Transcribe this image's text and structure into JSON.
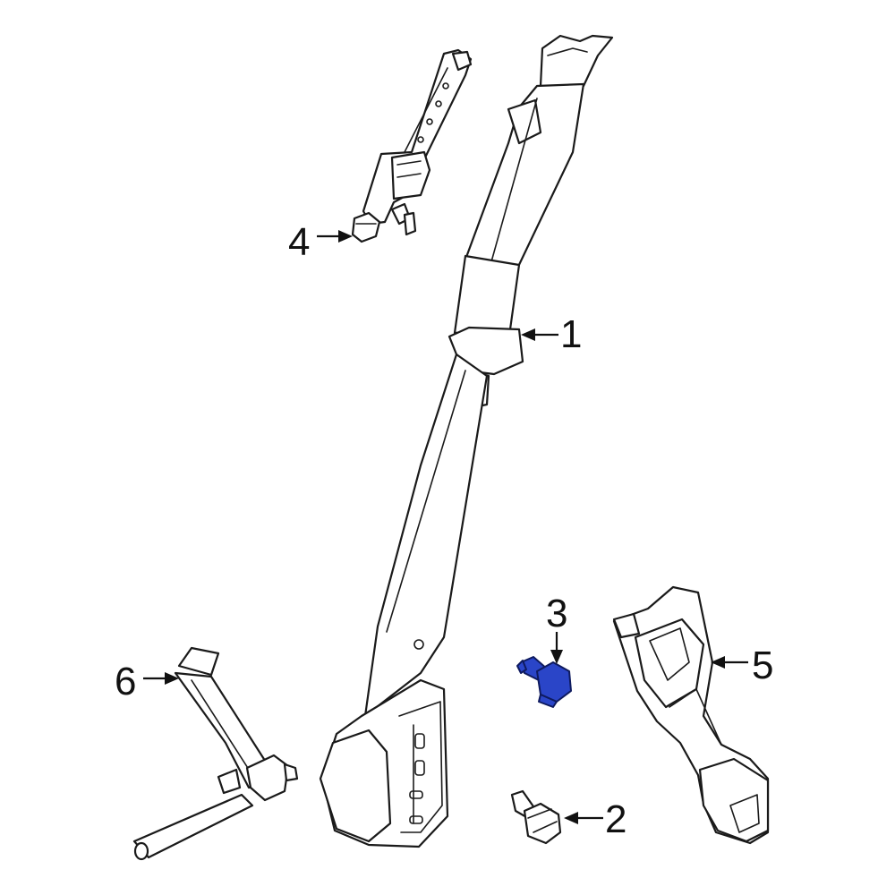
{
  "highlight_color": "#2a45c8",
  "callouts": {
    "c1": "1",
    "c2": "2",
    "c3": "3",
    "c4": "4",
    "c5": "5",
    "c6": "6"
  }
}
